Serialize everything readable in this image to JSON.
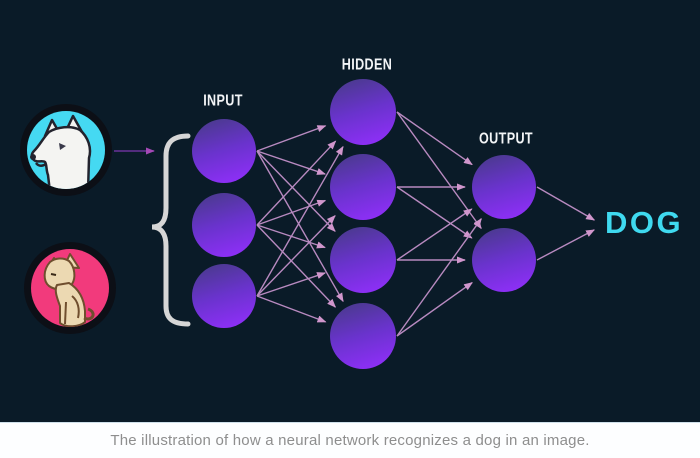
{
  "stage": {
    "labels": {
      "input": "INPUT",
      "hidden": "HIDDEN",
      "output": "OUTPUT"
    },
    "result": "DOG",
    "images": [
      {
        "name": "dog",
        "background": "#45d9f2"
      },
      {
        "name": "cat",
        "background": "#f23a7c"
      }
    ],
    "network": {
      "layers": [
        {
          "id": "input",
          "label": "INPUT",
          "nodes": 3
        },
        {
          "id": "hidden",
          "label": "HIDDEN",
          "nodes": 4
        },
        {
          "id": "output",
          "label": "OUTPUT",
          "nodes": 2
        }
      ],
      "fully_connected": true
    },
    "colors": {
      "background": "#0a1b28",
      "node_top": "#4a3a8e",
      "node_mid": "#6933cc",
      "node_bottom": "#8c2ff5",
      "connection_line": "#b88ac0",
      "connection_arrowhead": "#d096cc",
      "image_arrow": "#6b3399",
      "brace": "#d6d6d6",
      "result_text": "#3fd9ef",
      "label_text": "#f3f5f7"
    }
  },
  "caption": {
    "text": "The illustration of how a neural network recognizes a dog in an image."
  }
}
